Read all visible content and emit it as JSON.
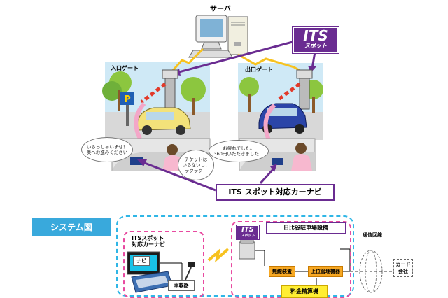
{
  "server": {
    "label": "サーバ"
  },
  "its_badge": {
    "big": "ITS",
    "small": "スポット"
  },
  "entry_gate": {
    "label": "入口ゲート"
  },
  "exit_gate": {
    "label": "出口ゲート"
  },
  "bubbles": {
    "entry_greeting": "いらっしゃいませ！\n奥へお進みください",
    "entry_ticket": "チケットは\nいらないし、\nラクラク！",
    "exit_message": "お疲れでした。\n360円いただきました…"
  },
  "navi_label": "ITS スポット対応カーナビ",
  "system": {
    "title": "システム図",
    "car_group_label": "ITSスポット\n対応カーナビ",
    "navi_box": "ナビ",
    "relay_box": "車載器",
    "its_small_big": "ITS",
    "its_small_small": "スポット",
    "parking_title": "日比谷駐車場設備",
    "radio_device": "無線装置",
    "upper_device": "上位管理機器",
    "fee_machine": "料金精算機",
    "comm_line": "通信回線",
    "card_company": "カード\n会社"
  },
  "colors": {
    "purple": "#6a2c91",
    "cyan": "#2fb6e6",
    "pink": "#e84aa0",
    "orange": "#f7a823",
    "yellow": "#ffee33",
    "title_blue": "#39a9dc"
  }
}
